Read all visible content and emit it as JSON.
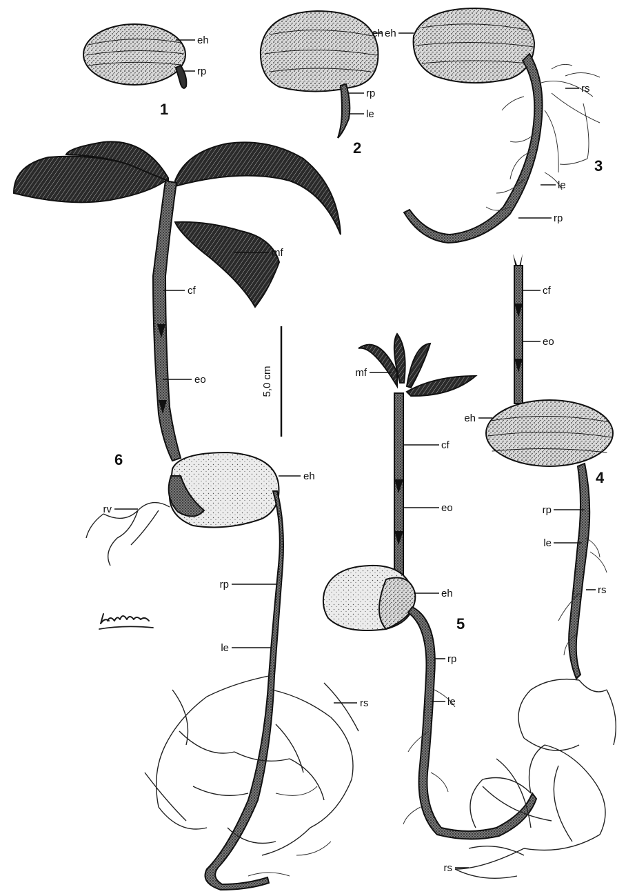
{
  "figure": {
    "scale_bar_label": "5,0 cm",
    "signature": "Kühn",
    "stages": [
      {
        "number": "1",
        "labels": [
          "eh",
          "rp"
        ]
      },
      {
        "number": "2",
        "labels": [
          "eh",
          "rp",
          "le"
        ]
      },
      {
        "number": "3",
        "labels": [
          "eh",
          "rs",
          "le",
          "rp"
        ]
      },
      {
        "number": "4",
        "labels": [
          "cf",
          "eo",
          "eh",
          "rp",
          "le",
          "rs"
        ]
      },
      {
        "number": "5",
        "labels": [
          "mf",
          "cf",
          "eo",
          "eh",
          "rp",
          "le",
          "rs"
        ]
      },
      {
        "number": "6",
        "labels": [
          "mf",
          "cf",
          "eo",
          "eh",
          "rv",
          "rp",
          "le",
          "rs"
        ]
      }
    ]
  }
}
